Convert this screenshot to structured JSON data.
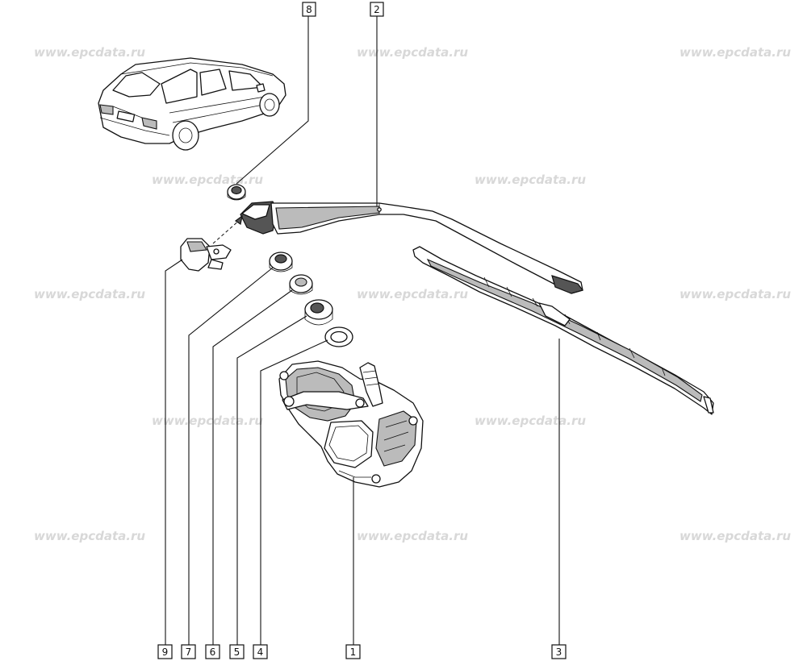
{
  "watermark": "www.epcdata.ru",
  "callouts": {
    "c1": "1",
    "c2": "2",
    "c3": "3",
    "c4": "4",
    "c5": "5",
    "c6": "6",
    "c7": "7",
    "c8": "8",
    "c9": "9"
  }
}
